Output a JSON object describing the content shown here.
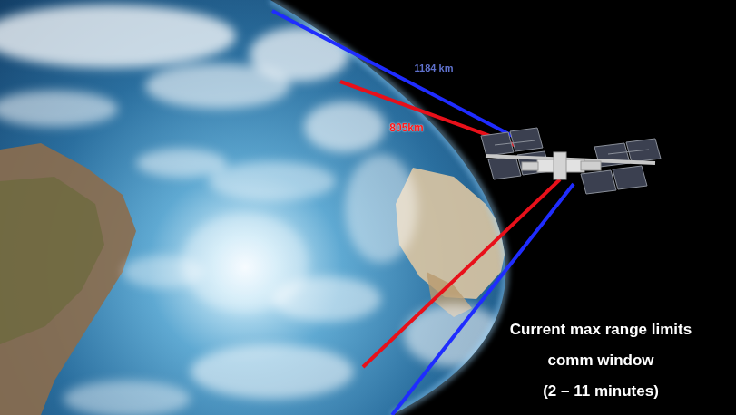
{
  "diagram": {
    "labels": [
      "1184 km",
      "805km",
      "Current max range limits comm window (2 – 11 minutes)"
    ]
  }
}
